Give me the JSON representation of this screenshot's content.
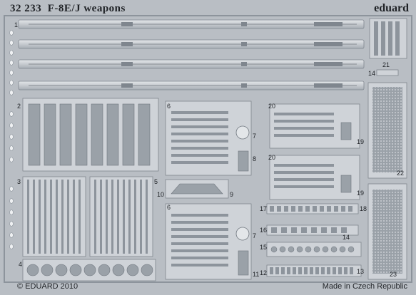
{
  "header": {
    "code": "32 233",
    "title": "F-8E/J weapons",
    "brand": "eduard"
  },
  "footer": {
    "copyright": "© EDUARD 2010",
    "origin": "Made in Czech Republic"
  },
  "part_numbers": {
    "n1": "1",
    "n2": "2",
    "n3": "3",
    "n4": "4",
    "n5": "5",
    "n6": "6",
    "n7": "7",
    "n8": "8",
    "n9": "9",
    "n10": "10",
    "n11": "11",
    "n12": "12",
    "n13": "13",
    "n14": "14",
    "n15": "15",
    "n16": "16",
    "n17": "17",
    "n18": "18",
    "n19": "19",
    "n20": "20",
    "n21": "21",
    "n22": "22",
    "n23": "23"
  },
  "colors": {
    "sheet": "#b9bec4",
    "metal": "#cfd3d8",
    "etch": "#8d949c",
    "dark": "#1f2226"
  }
}
